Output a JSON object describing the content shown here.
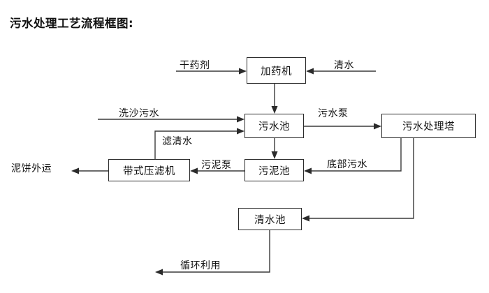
{
  "title": "污水处理工艺流程框图:",
  "nodes": [
    {
      "id": "dosing-machine",
      "label": "加药机"
    },
    {
      "id": "sewage-pool",
      "label": "污水池"
    },
    {
      "id": "treatment-tower",
      "label": "污水处理塔"
    },
    {
      "id": "belt-filter-press",
      "label": "带式压滤机"
    },
    {
      "id": "sludge-pool",
      "label": "污泥池"
    },
    {
      "id": "clean-water-pool",
      "label": "清水池"
    }
  ],
  "edge_labels": [
    {
      "id": "dry-reagent",
      "text": "干药剂"
    },
    {
      "id": "clean-water-in",
      "text": "清水"
    },
    {
      "id": "sand-washing-sewage",
      "text": "洗沙污水"
    },
    {
      "id": "filtered-clear-water",
      "text": "滤清水"
    },
    {
      "id": "sewage-pump",
      "text": "污水泵"
    },
    {
      "id": "bottom-sewage",
      "text": "底部污水"
    },
    {
      "id": "sludge-pump",
      "text": "污泥泵"
    },
    {
      "id": "mud-cake-outbound",
      "text": "泥饼外运"
    },
    {
      "id": "recycle-use",
      "text": "循环利用"
    }
  ],
  "colors": {
    "text": "#111111",
    "box_border": "#2b2b2b",
    "wire": "#3a3a3a",
    "background": "#ffffff"
  }
}
